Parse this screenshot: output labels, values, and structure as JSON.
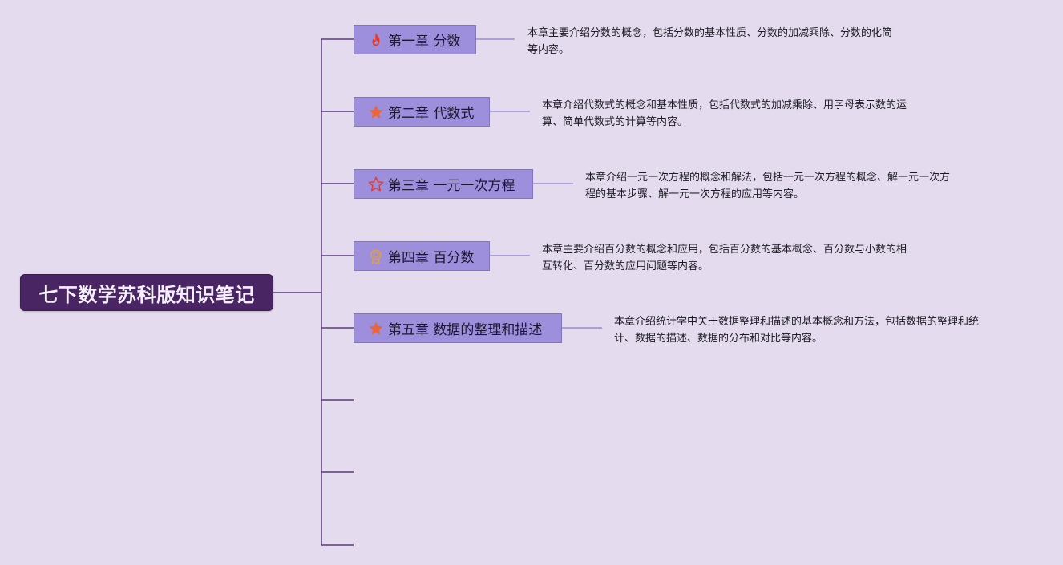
{
  "root": {
    "title": "七下数学苏科版知识笔记"
  },
  "chapters": [
    {
      "icon": "fire-icon",
      "label": "第一章 分数",
      "desc_lines": [
        "本章主要介绍分数的概念，包括分数的基本性质、分数的加减乘除、分数的化简",
        "等内容。"
      ]
    },
    {
      "icon": "star-filled-icon",
      "label": "第二章 代数式",
      "desc_lines": [
        "本章介绍代数式的概念和基本性质，包括代数式的加减乘除、用字母表示数的运",
        "算、简单代数式的计算等内容。"
      ]
    },
    {
      "icon": "star-outline-icon",
      "label": "第三章 一元一次方程",
      "desc_lines": [
        "本章介绍一元一次方程的概念和解法，包括一元一次方程的概念、解一元一次方",
        "程的基本步骤、解一元一次方程的应用等内容。"
      ]
    },
    {
      "icon": "medal-icon",
      "label": "第四章 百分数",
      "desc_lines": [
        "本章主要介绍百分数的概念和应用，包括百分数的基本概念、百分数与小数的相",
        "互转化、百分数的应用问题等内容。"
      ]
    },
    {
      "icon": "star-filled-icon",
      "label": "第五章 数据的整理和描述",
      "desc_lines": [
        "本章介绍统计学中关于数据整理和描述的基本概念和方法，包括数据的整理和统",
        "计、数据的描述、数据的分布和对比等内容。"
      ]
    }
  ],
  "colors": {
    "background": "#e4dcee",
    "root_fill": "#4a2563",
    "chapter_fill": "#9d8fdc",
    "connector": "#5a3a78",
    "fire": "#e53b2c",
    "star": "#e8663a",
    "medal": "#e0a040"
  }
}
